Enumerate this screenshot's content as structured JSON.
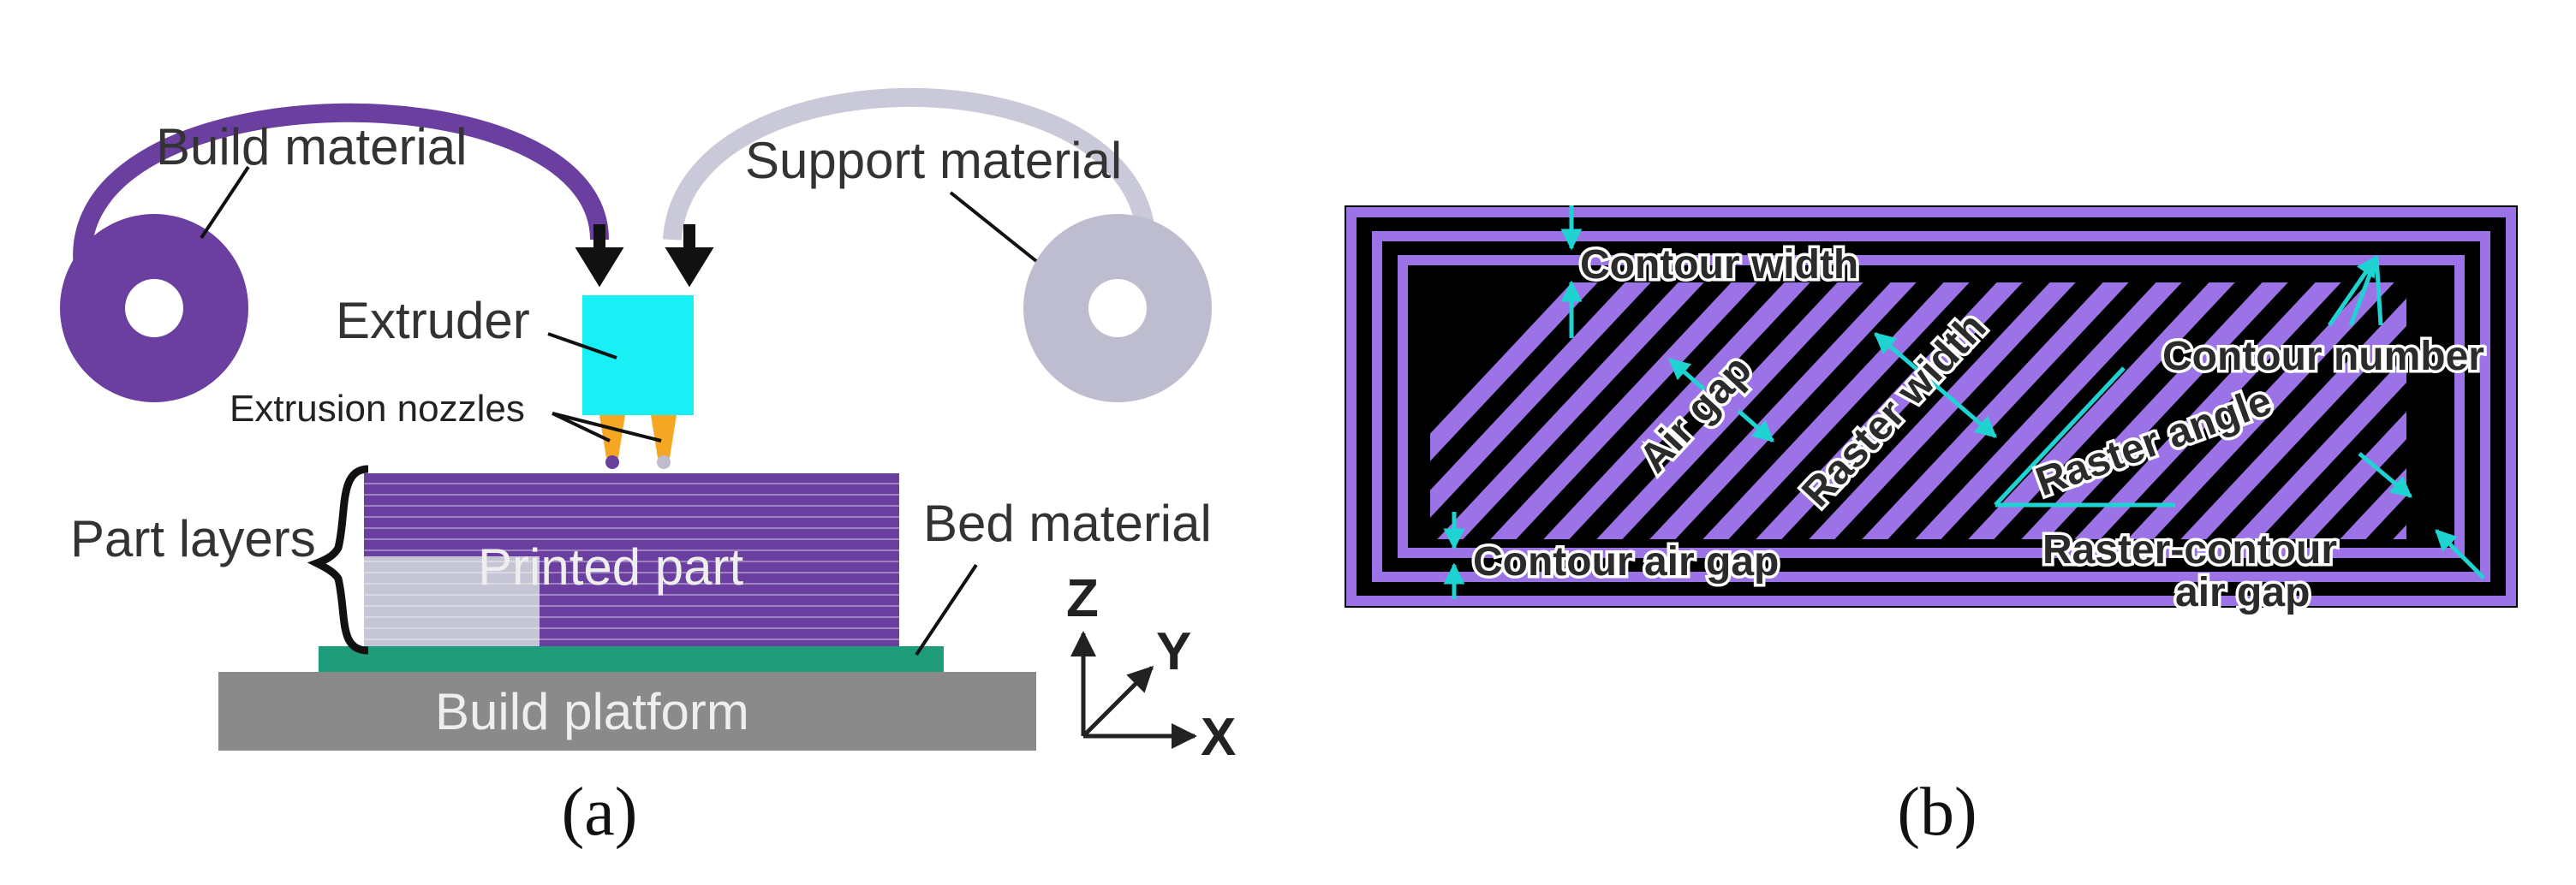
{
  "panel_a": {
    "build_material": "Build material",
    "support_material": "Support material",
    "extruder": "Extruder",
    "extrusion_nozzles": "Extrusion nozzles",
    "part_layers": "Part layers",
    "printed_part": "Printed part",
    "bed_material": "Bed material",
    "build_platform": "Build platform",
    "axis_z": "Z",
    "axis_y": "Y",
    "axis_x": "X",
    "caption": "(a)"
  },
  "panel_b": {
    "contour_width": "Contour width",
    "contour_number": "Contour number",
    "air_gap": "Air gap",
    "raster_width": "Raster width",
    "raster_angle": "Raster angle",
    "contour_air_gap": "Contour air gap",
    "raster_contour_line1": "Raster-contour",
    "raster_contour_line2": "air gap",
    "caption": "(b)"
  },
  "colors": {
    "build": "#6b3fa0",
    "support": "#bdbdcf",
    "extruder": "#19f0f5",
    "nozzle": "#f5a623",
    "bed": "#1f9d7a",
    "platform": "#8a8a8a",
    "raster": "#9c73e6",
    "annotation": "#1fd3d3"
  }
}
